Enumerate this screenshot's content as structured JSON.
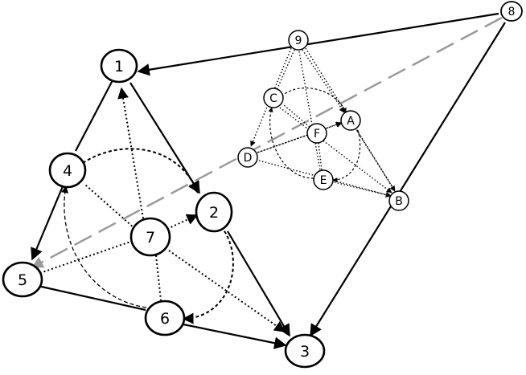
{
  "nodes": {
    "n1": "1",
    "n2": "2",
    "n3": "3",
    "n4": "4",
    "n5": "5",
    "n6": "6",
    "n7": "7",
    "n8": "8",
    "n9": "9",
    "nA": "A",
    "nB": "B",
    "nC": "C",
    "nD": "D",
    "nE": "E",
    "nF": "F"
  },
  "colors": {
    "stroke": "#000000",
    "dashed_gray": "#9a9a9a",
    "background": "#ffffff"
  }
}
